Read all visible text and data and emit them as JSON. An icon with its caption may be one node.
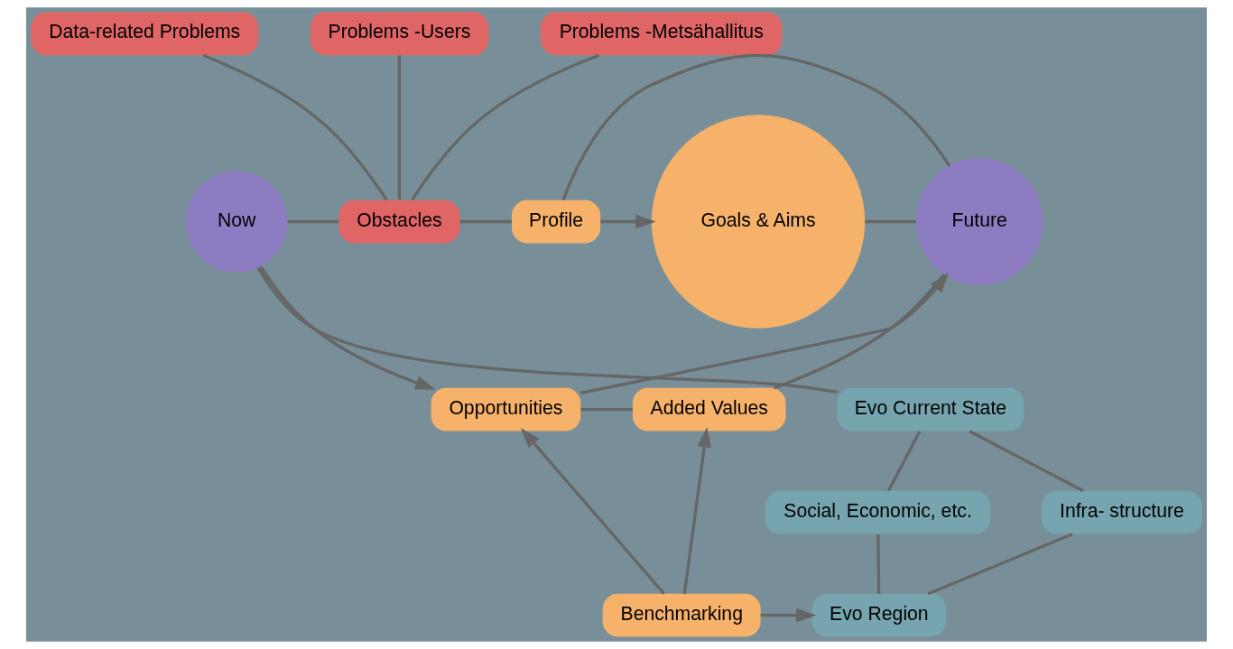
{
  "diagram": {
    "nodes": [
      {
        "text": [
          "Data-related Problems"
        ]
      },
      {
        "text": [
          "Problems -Users"
        ]
      },
      {
        "text": [
          "Problems -Metsähallitus"
        ]
      },
      {
        "text": [
          "Goals & Aims"
        ]
      },
      {
        "text": [
          "Now"
        ]
      },
      {
        "text": [
          "Obstacles"
        ]
      },
      {
        "text": [
          "Profile"
        ]
      },
      {
        "text": [
          "Future"
        ]
      },
      {
        "text": [
          "Evo Current State"
        ]
      },
      {
        "text": [
          "Opportunities"
        ]
      },
      {
        "text": [
          "Added Values"
        ]
      },
      {
        "text": [
          "Social, Economic, etc."
        ]
      },
      {
        "text": [
          "Infra- structure"
        ]
      },
      {
        "text": [
          "Evo Region"
        ]
      },
      {
        "text": [
          "Benchmarking"
        ]
      }
    ],
    "edges": [
      {
        "from": 0,
        "to": 5,
        "arrow": "none"
      },
      {
        "from": 1,
        "to": 5,
        "arrow": "none"
      },
      {
        "from": 2,
        "to": 5,
        "arrow": "none"
      },
      {
        "from": 4,
        "to": 5,
        "arrow": "none"
      },
      {
        "from": 5,
        "to": 6,
        "arrow": "none"
      },
      {
        "from": 6,
        "to": 3,
        "arrow": "to"
      },
      {
        "from": 6,
        "to": 7,
        "arrow": "none"
      },
      {
        "from": 3,
        "to": 7,
        "arrow": "none"
      },
      {
        "from": 4,
        "to": 9,
        "arrow": "to"
      },
      {
        "from": 9,
        "to": 7,
        "arrow": "to"
      },
      {
        "from": 9,
        "to": 10,
        "arrow": "none"
      },
      {
        "from": 7,
        "to": 10,
        "arrow": "none"
      },
      {
        "from": 4,
        "to": 8,
        "arrow": "none"
      },
      {
        "from": 8,
        "to": 11,
        "arrow": "none"
      },
      {
        "from": 8,
        "to": 12,
        "arrow": "none"
      },
      {
        "from": 11,
        "to": 13,
        "arrow": "none"
      },
      {
        "from": 12,
        "to": 13,
        "arrow": "none"
      },
      {
        "from": 14,
        "to": 13,
        "arrow": "to"
      },
      {
        "from": 14,
        "to": 9,
        "arrow": "to"
      },
      {
        "from": 14,
        "to": 10,
        "arrow": "to"
      }
    ]
  }
}
